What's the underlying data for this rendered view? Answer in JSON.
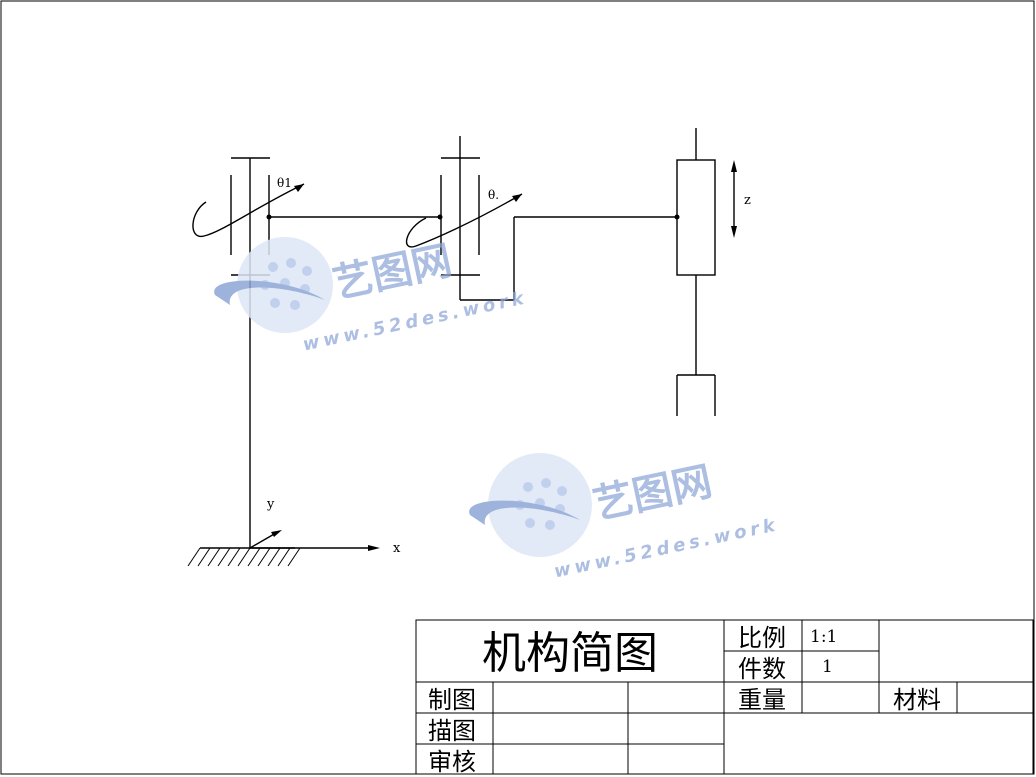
{
  "diagram": {
    "labels": {
      "theta1": "θ1",
      "theta2": "θ.",
      "z": "z",
      "y": "y",
      "x": "x"
    }
  },
  "title_block": {
    "title": "机构简图",
    "scale_label": "比例",
    "scale_value": "1:1",
    "count_label": "件数",
    "count_value": "1",
    "drawn_label": "制图",
    "traced_label": "描图",
    "review_label": "审核",
    "weight_label": "重量",
    "material_label": "材料"
  },
  "watermark": {
    "brand": "艺图网",
    "url": "www.52des.work",
    "color": "#8ea6d6"
  }
}
